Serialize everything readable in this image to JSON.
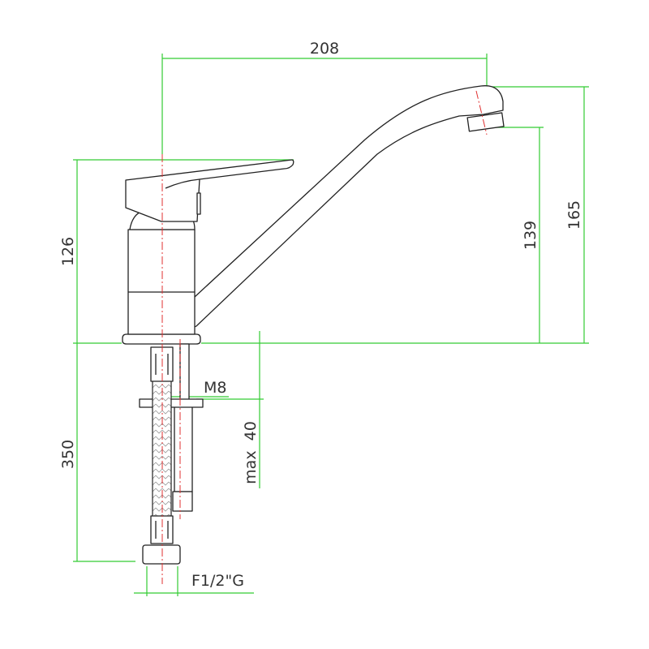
{
  "title": "Single-lever kitchen mixer faucet dimension drawing",
  "colors": {
    "dimension_lines": "#33cc33",
    "center_lines": "#e03030",
    "outline": "#222222"
  },
  "dimensions": {
    "spout_reach": "208",
    "total_height": "165",
    "spout_outlet_height": "139",
    "handle_height": "126",
    "hose_length": "350",
    "max_counter_thickness": "max  40",
    "mounting_thread": "M8",
    "hose_connection": "F1/2\"G"
  }
}
